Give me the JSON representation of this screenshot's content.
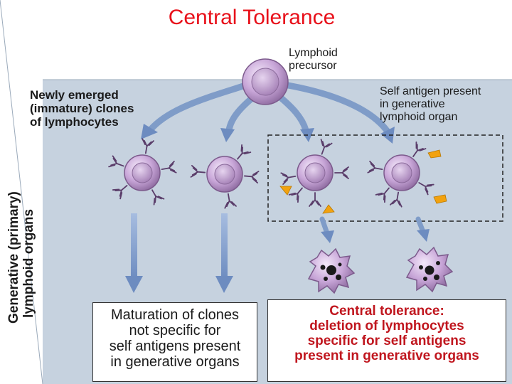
{
  "title": "Central Tolerance",
  "labels": {
    "precursor": [
      "Lymphoid",
      "precursor"
    ],
    "newly_emerged": [
      "Newly emerged",
      "(immature) clones",
      "of lymphocytes"
    ],
    "self_antigen": [
      "Self antigen present",
      "in generative",
      "lymphoid organ"
    ],
    "side": [
      "Generative (primary)",
      "lymphoid organs"
    ]
  },
  "boxes": {
    "maturation": [
      "Maturation of clones",
      "not specific for",
      "self antigens present",
      "in generative organs"
    ],
    "central_tolerance": [
      "Central tolerance:",
      "deletion of lymphocytes",
      "specific for self antigens",
      "present in generative organs"
    ]
  },
  "colors": {
    "title": "#e8101a",
    "panel": "#c6d2df",
    "cell": "#c8a6d8",
    "cell_dark": "#7c5a8c",
    "arrow": "#7f9cc8",
    "antigen": "#f2a20f",
    "tolerance_text": "#c0161e"
  }
}
